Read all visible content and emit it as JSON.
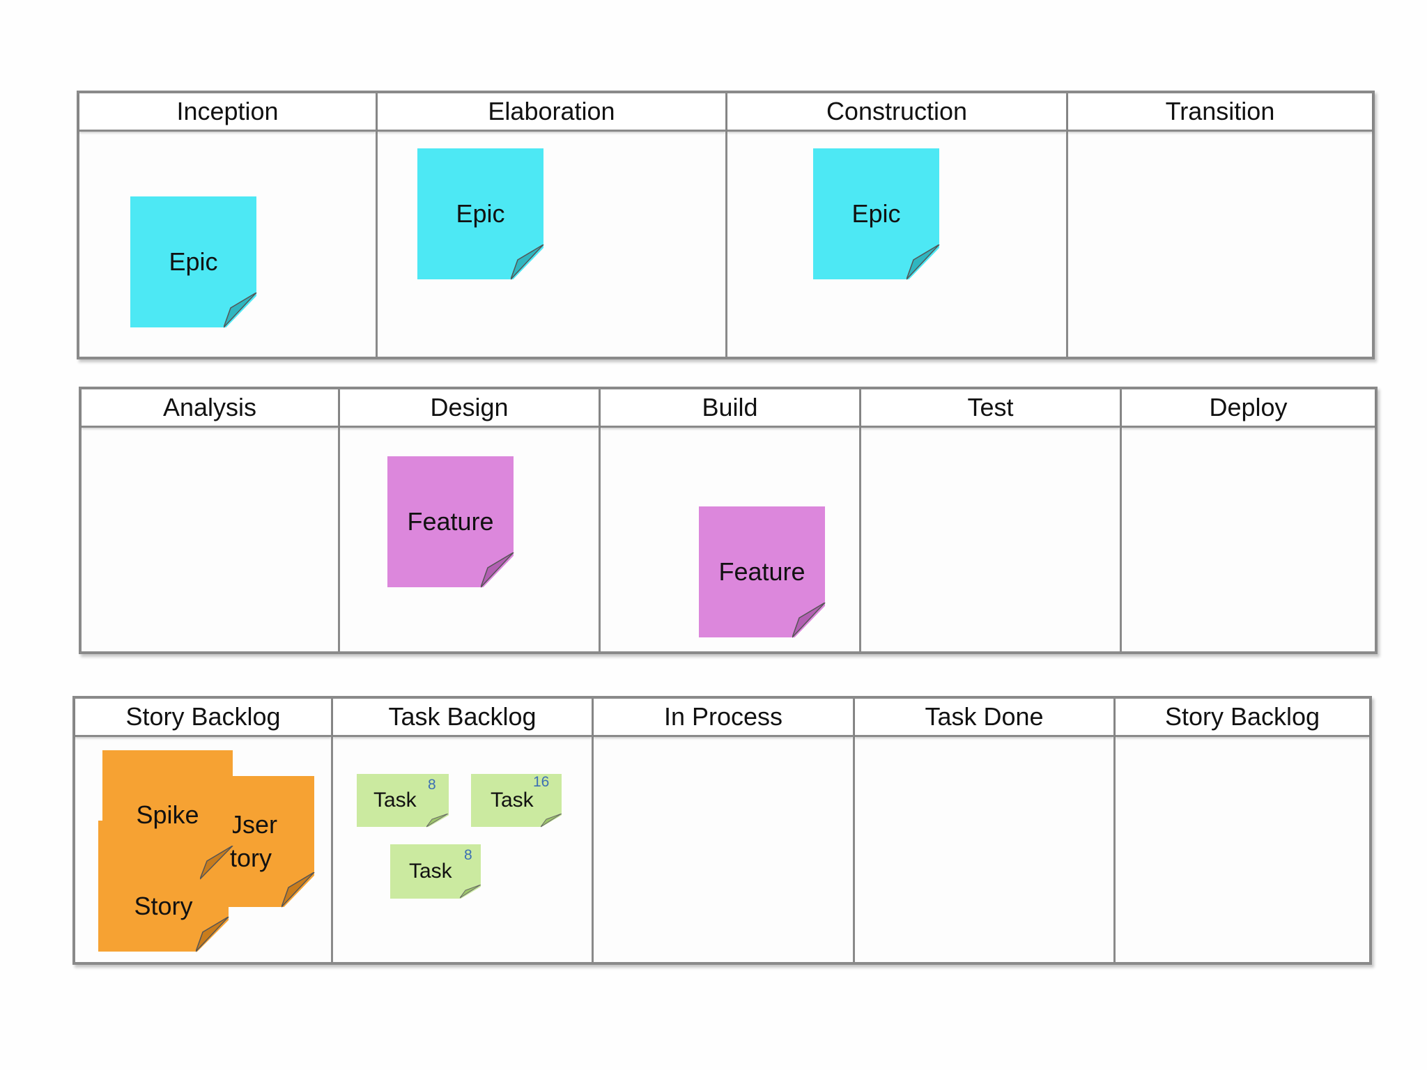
{
  "colors": {
    "epic": "#4de8f4",
    "feature": "#dc87dc",
    "story": "#f6a233",
    "task": "#cbeaa0",
    "grid": "#8a8a8a",
    "estimate": "#3c6fb4"
  },
  "phases_board": {
    "columns": [
      "Inception",
      "Elaboration",
      "Construction",
      "Transition"
    ],
    "notes": [
      {
        "column": "Inception",
        "label": "Epic"
      },
      {
        "column": "Elaboration",
        "label": "Epic"
      },
      {
        "column": "Construction",
        "label": "Epic"
      }
    ]
  },
  "flow_board": {
    "columns": [
      "Analysis",
      "Design",
      "Build",
      "Test",
      "Deploy"
    ],
    "notes": [
      {
        "column": "Design",
        "label": "Feature"
      },
      {
        "column": "Build",
        "label": "Feature"
      }
    ]
  },
  "task_board": {
    "columns": [
      "Story Backlog",
      "Task Backlog",
      "In Process",
      "Task Done",
      "Story Backlog"
    ],
    "story_notes": [
      {
        "label_line1": "Jser",
        "label_line2": "tory"
      },
      {
        "label": "Story"
      },
      {
        "label": "Spike"
      }
    ],
    "tasks": [
      {
        "label": "Task",
        "estimate": "8"
      },
      {
        "label": "Task",
        "estimate": "16"
      },
      {
        "label": "Task",
        "estimate": "8"
      }
    ]
  }
}
